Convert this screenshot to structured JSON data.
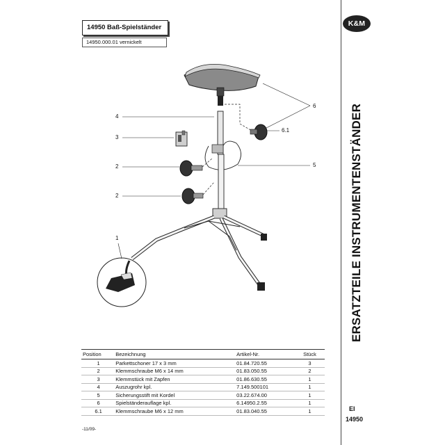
{
  "header": {
    "title": "14950 Baß-Spielständer",
    "variant": "14950.000.01 vernickelt"
  },
  "sidebar": {
    "logo": "K&M",
    "vertical_title": "ERSATZTEILE INSTRUMENTENSTÄNDER",
    "code_letters": "EI",
    "code_number": "14950"
  },
  "callouts": {
    "c1": "1",
    "c2a": "2",
    "c2b": "2",
    "c3": "3",
    "c4": "4",
    "c5": "5",
    "c6": "6",
    "c61": "6.1"
  },
  "table": {
    "headers": {
      "position": "Position",
      "name": "Bezeichnung",
      "article": "Artikel-Nr.",
      "qty": "Stück"
    },
    "rows": [
      {
        "position": "1",
        "name": "Parkettschoner 17 x 3 mm",
        "article": "01.84.720.55",
        "qty": "3"
      },
      {
        "position": "2",
        "name": "Klemmschraube M6 x 14 mm",
        "article": "01.83.050.55",
        "qty": "2"
      },
      {
        "position": "3",
        "name": "Klemmstück mit Zapfen",
        "article": "01.86.630.55",
        "qty": "1"
      },
      {
        "position": "4",
        "name": "Auszugrohr kpl.",
        "article": "7.149.500101",
        "qty": "1"
      },
      {
        "position": "5",
        "name": "Sicherungsstift mit Kordel",
        "article": "03.22.674.00",
        "qty": "1"
      },
      {
        "position": "6",
        "name": "Spielständerauflage kpl.",
        "article": "6.14950.2.55",
        "qty": "1"
      },
      {
        "position": "6.1",
        "name": "Klemmschraube M6 x 12 mm",
        "article": "01.83.040.55",
        "qty": "1"
      }
    ]
  },
  "footer": {
    "date": "-11/09-"
  }
}
